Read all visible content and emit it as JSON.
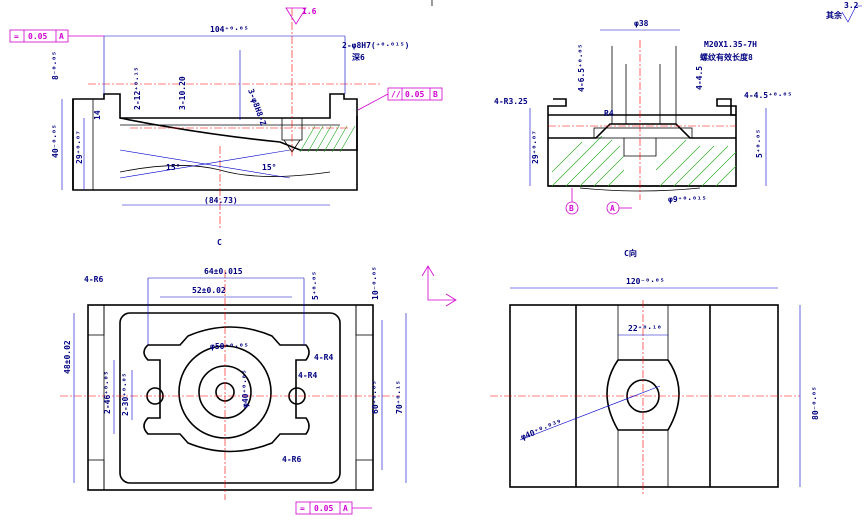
{
  "labels": {
    "surface_note": "其余",
    "roughness_top": "3.2",
    "roughness_top_tick": "1.6",
    "view_letter": "C",
    "view_c_title": "C向"
  },
  "front": {
    "flat_tol": "0.05",
    "flat_ref": "A",
    "par_tol": "0.05",
    "par_ref": "B",
    "width_104": "104⁺⁰·⁰⁵",
    "height_8": "8⁻⁰·⁰⁵",
    "height_40": "40⁻⁰·⁰⁵",
    "height_29": "29⁺⁰·⁰⁷",
    "depth_note": "2-φ8H7(⁺⁰·⁰¹⁵)",
    "depth_note2": "深6",
    "slot_3": "3-10.20",
    "slot_12": "2-12⁺⁰·¹⁵",
    "small_14": "14",
    "angle_left": "15°",
    "angle_right": "15°",
    "dim_bottom": "(84.73)",
    "dim_rot": "3-φ8H8-Z"
  },
  "side": {
    "dia_38": "φ38",
    "thread": "M20X1.35-7H",
    "thread_note": "螺纹有效长度8",
    "r325": "4-R3.25",
    "w65a": "4-6.5⁺⁰·⁰⁵",
    "w45": "4-4.5",
    "w45b": "4-4.5⁺⁰·⁰⁵",
    "r4": "R4",
    "h29": "29⁺⁰·⁰⁷",
    "h5": "5⁺⁰·⁰⁵",
    "dia9": "φ9⁺⁰·⁰¹⁵",
    "tag_b": "B",
    "tag_a": "A"
  },
  "top": {
    "r6": "4-R6",
    "w64": "64±0.015",
    "w52": "52±0.02",
    "h48": "48±0.02",
    "dia50": "φ50⁺⁰·⁰⁵",
    "dia40": "φ40⁺⁰·⁰⁵",
    "r4a": "4-R4",
    "r4b": "4-R4",
    "r6b": "4-R6",
    "w30": "2-30⁺⁰·⁰⁵",
    "w46": "2-46⁺⁰·⁰⁵",
    "h60": "60⁺⁰·⁰⁵",
    "h70": "70⁺⁰·¹⁵",
    "w5": "5⁺⁰·⁰⁵",
    "w10": "10⁻⁰·⁰⁵",
    "flat_tol": "0.05",
    "flat_ref": "A"
  },
  "cview": {
    "w120": "120⁻⁰·⁰⁵",
    "h80": "80⁻⁰·⁰⁵",
    "w22": "22⁺⁰·¹⁰",
    "dia40": "φ40⁺⁰·⁰³⁹"
  }
}
